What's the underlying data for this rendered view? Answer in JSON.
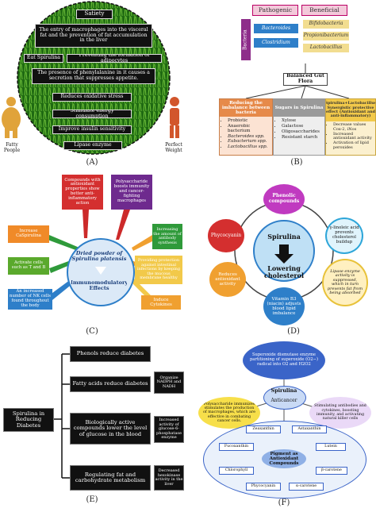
{
  "panel_a": {
    "caption": "(A)",
    "top_label": "Satiety",
    "boxes": [
      "The entry of macrophages into the visceral fat and the prevention of fat accumulation in the liver",
      "Eat Spirulina",
      "Preventing the formation of adipocytes",
      "The presence of phenylalanine in it causes a secretion that suppresses appetite.",
      "Reduces oxidative stress",
      "Stimulate energy consumption",
      "Improve insulin sensitivity",
      "Lipase enzyme"
    ],
    "left_person": "Fatty People",
    "right_person": "Perfect Weight"
  },
  "panel_b": {
    "caption": "(B)",
    "pathogenic": "Pathogenic",
    "beneficial": "Beneficial",
    "vertical_label": "Bacteria",
    "pathogenic_items": [
      "Bacteroides",
      "Clostridium"
    ],
    "beneficial_items": [
      "Bifidobacteria",
      "Propionibacterium",
      "Lactobacillus"
    ],
    "center": "Balanced Gut Flora",
    "col1_title": "Reducing the imbalance between bacteria",
    "col1_items": [
      "Probiotic",
      "Anaerobic bacterium",
      "Bacteroides spp.",
      "Eubacterium spp.",
      "Lactobacillus spp."
    ],
    "col2_title": "Sugars in Spirulina",
    "col2_items": [
      "Xylose",
      "Galactose",
      "Oligosaccharides",
      "Resistant starch"
    ],
    "col3_title": "Spirulina+Lactobacillus Synergistic protective effect (Antioxidant and anti-inflammatory)",
    "col3_items": [
      "Decrease values Cox-2, iNos",
      "Increased antioxidant activity",
      "Activation of lipid peroxides"
    ]
  },
  "panel_c": {
    "caption": "(C)",
    "center_top": "Dried powder of Spirulina platensis",
    "center_bottom": "Immunomodulatory Effects",
    "boxes": [
      "Compounds with antioxidant properties show better anti-inflammatory action",
      "Polysaccharide boosts immunity and cancer-fighting macrophages",
      "Increase CaSpirulina",
      "Increasing the amount of antibody synthesis",
      "Activate cells such as T and B",
      "Providing protection against intestinal infections by keeping the mucous membrane healthy",
      "An increased number of NK cells found throughout the body",
      "Induce Cytokines"
    ]
  },
  "panel_d": {
    "caption": "(D)",
    "center_top": "Spirulina",
    "center_bottom": "Lowering cholesterol",
    "nodes": [
      "Phenolic compounds",
      "γ-linoleic acid prevents cholesterol buildup",
      "Lipase enzyme activity is suppressed, which in turn prevents fat from being absorbed",
      "Vitamin B3 (niacin) adjusts blood lipid imbalance",
      "Reduces antioxidant activity",
      "Phycocyanin"
    ]
  },
  "panel_e": {
    "caption": "(E)",
    "root": "Spirulina in Reducing Diabetes",
    "branches": [
      "Phenols reduce diabetes",
      "Fatty acids reduce diabetes",
      "Biologically active compounds lower the level of glucose in the blood",
      "Regulating fat and carbohydrate metabolism"
    ],
    "notes": [
      "Organize NADPH and NADH",
      "Increased activity of glucose-6-phosphatase enzyme",
      "Decreased hexokinase activity in the liver"
    ]
  },
  "panel_f": {
    "caption": "(F)",
    "top": "Superoxide dismutase enzyme partitioning of superoxide (O2−) radical into O2 and H2O2",
    "spirulina": "Spirulina",
    "anticancer": "Anticancer",
    "left": "Polysaccharide immunizes stimulates the production of macrophages, which are effective in combating cancer cells.",
    "right": "Stimulating antibodies and cytokines, boosting immunity, and activating natural killer cells",
    "pigment": "Pigment as Antioxidant Compounds",
    "pigments": [
      "Zeaxanthin",
      "Astaxanthin",
      "Fucoxanthin",
      "Lutein",
      "Chlorophyll",
      "β-carotene",
      "Phycocyanin",
      "α-carotene"
    ]
  }
}
